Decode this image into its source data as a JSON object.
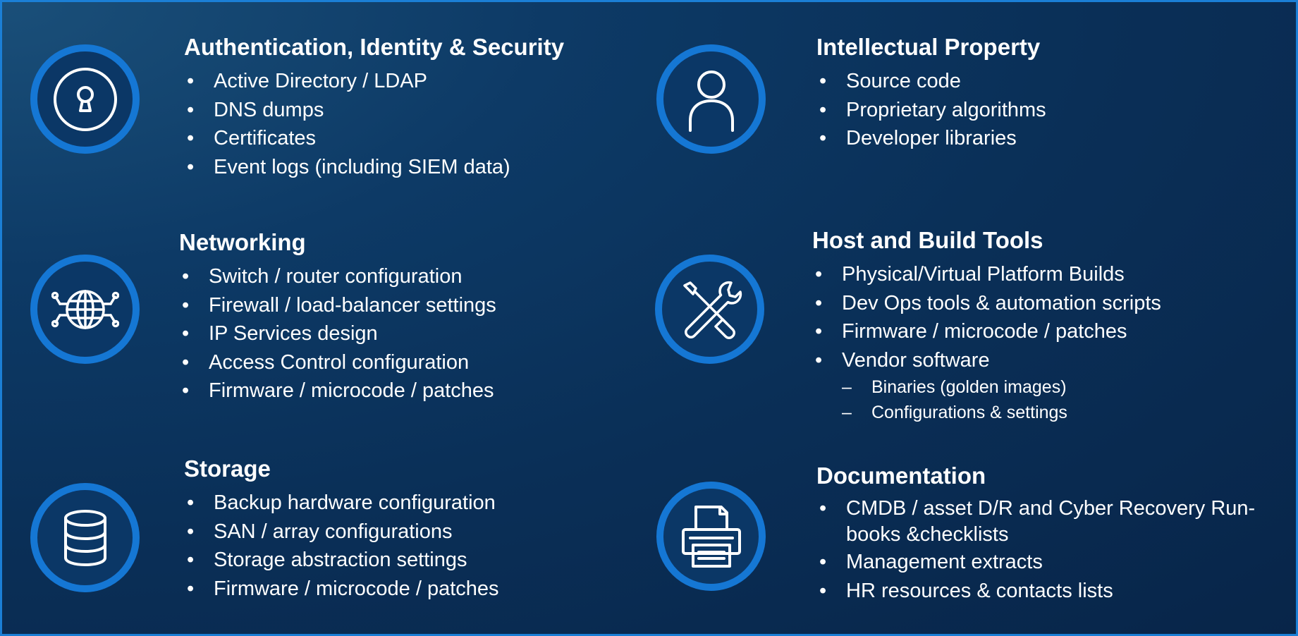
{
  "sections": [
    {
      "title": "Authentication, Identity & Security",
      "icon": "keyhole-lock-icon",
      "items": [
        "Active Directory / LDAP",
        "DNS dumps",
        "Certificates",
        "Event logs (including SIEM data)"
      ]
    },
    {
      "title": "Intellectual Property",
      "icon": "person-icon",
      "items": [
        "Source code",
        "Proprietary algorithms",
        "Developer libraries"
      ]
    },
    {
      "title": "Networking",
      "icon": "globe-network-icon",
      "items": [
        "Switch / router configuration",
        "Firewall / load-balancer settings",
        "IP Services design",
        "Access Control configuration",
        "Firmware / microcode / patches"
      ]
    },
    {
      "title": "Host and Build Tools",
      "icon": "tools-icon",
      "items": [
        "Physical/Virtual Platform Builds",
        "Dev Ops tools & automation scripts",
        "Firmware / microcode / patches",
        "Vendor software"
      ],
      "subitems": [
        "Binaries (golden images)",
        "Configurations & settings"
      ]
    },
    {
      "title": "Storage",
      "icon": "database-icon",
      "items": [
        "Backup hardware configuration",
        "SAN / array configurations",
        "Storage abstraction settings",
        "Firmware / microcode / patches"
      ]
    },
    {
      "title": "Documentation",
      "icon": "printer-icon",
      "items": [
        "CMDB / asset D/R and Cyber Recovery Run-books &checklists",
        "Management extracts",
        "HR resources & contacts lists"
      ]
    }
  ],
  "colors": {
    "accent": "#1577d4",
    "border": "#1b7fd6",
    "background": "#0a2f57",
    "text": "#ffffff"
  }
}
